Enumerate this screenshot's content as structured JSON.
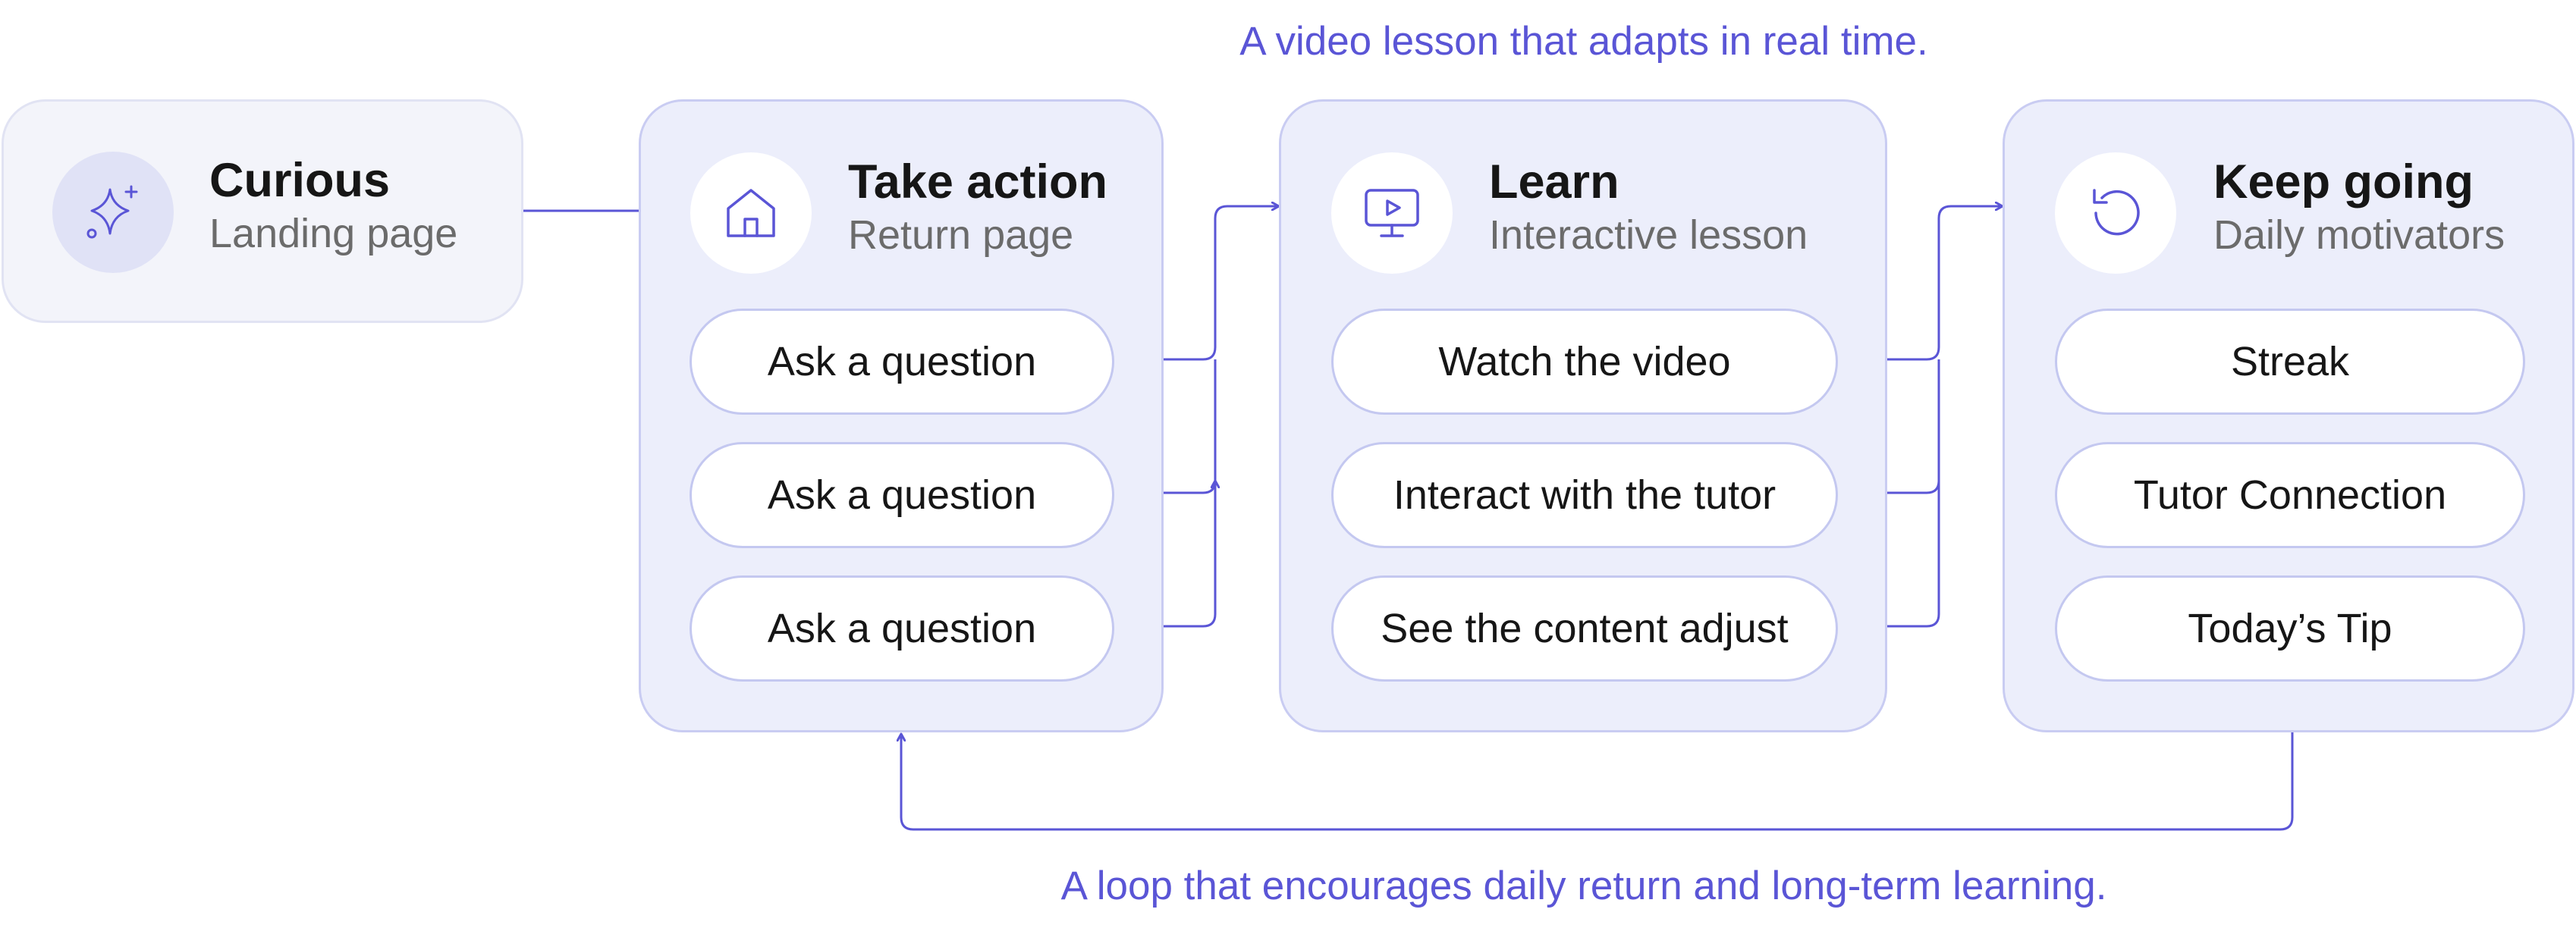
{
  "captions": {
    "top": "A video lesson that adapts in real time.",
    "bottom": "A loop that encourages daily return and long-term learning."
  },
  "colors": {
    "accent": "#5a55d6",
    "card_fill": "#eceefb",
    "card_border": "#c9ccf2",
    "start_card_fill": "#f3f4fa"
  },
  "stages": [
    {
      "title": "Curious",
      "subtitle": "Landing page",
      "icon": "sparkle-icon",
      "items": []
    },
    {
      "title": "Take action",
      "subtitle": "Return page",
      "icon": "home-icon",
      "items": [
        "Ask a question",
        "Ask a question",
        "Ask a question"
      ]
    },
    {
      "title": "Learn",
      "subtitle": "Interactive lesson",
      "icon": "monitor-play-icon",
      "items": [
        "Watch the video",
        "Interact with the tutor",
        "See the content adjust"
      ]
    },
    {
      "title": "Keep going",
      "subtitle": "Daily motivators",
      "icon": "refresh-icon",
      "items": [
        "Streak",
        "Tutor Connection",
        "Today’s Tip"
      ]
    }
  ]
}
